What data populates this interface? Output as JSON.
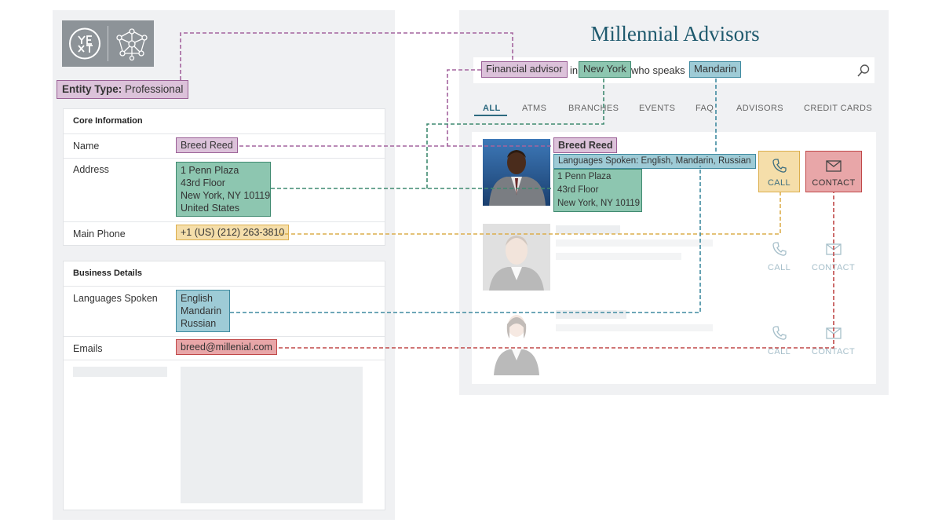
{
  "entity_type": {
    "label": "Entity Type:",
    "value": "Professional"
  },
  "core_information": {
    "title": "Core Information",
    "name_label": "Name",
    "name_value": "Breed Reed",
    "address_label": "Address",
    "address_lines": [
      "1 Penn Plaza",
      "43rd Floor",
      "New York, NY 10119",
      "United States"
    ],
    "phone_label": "Main Phone",
    "phone_value": "+1 (US) (212) 263-3810"
  },
  "business_details": {
    "title": "Business Details",
    "languages_label": "Languages Spoken",
    "languages": [
      "English",
      "Mandarin",
      "Russian"
    ],
    "emails_label": "Emails",
    "email_value": "breed@millenial.com"
  },
  "brand": {
    "title": "Millennial Advisors"
  },
  "search": {
    "term_role": "Financial advisor",
    "word_in": "in",
    "term_location": "New York",
    "word_who": "who speaks",
    "term_language": "Mandarin"
  },
  "tabs": [
    "ALL",
    "ATMS",
    "BRANCHES",
    "EVENTS",
    "FAQ",
    "ADVISORS",
    "CREDIT CARDS"
  ],
  "result": {
    "name": "Breed Reed",
    "languages": "Languages Spoken: English, Mandarin, Russian",
    "address_lines": [
      "1 Penn Plaza",
      "43rd Floor",
      "New York, NY 10119"
    ],
    "call_label": "CALL",
    "contact_label": "CONTACT"
  },
  "ghost_results": [
    {
      "call_label": "CALL",
      "contact_label": "CONTACT"
    },
    {
      "call_label": "CALL",
      "contact_label": "CONTACT"
    }
  ],
  "colors": {
    "purple": "#dcc2da",
    "green": "#8dc6b0",
    "blue": "#9ecbd6",
    "yellow": "#f5deaa",
    "red": "#e8a6a8",
    "brand": "#1f5a6e"
  }
}
